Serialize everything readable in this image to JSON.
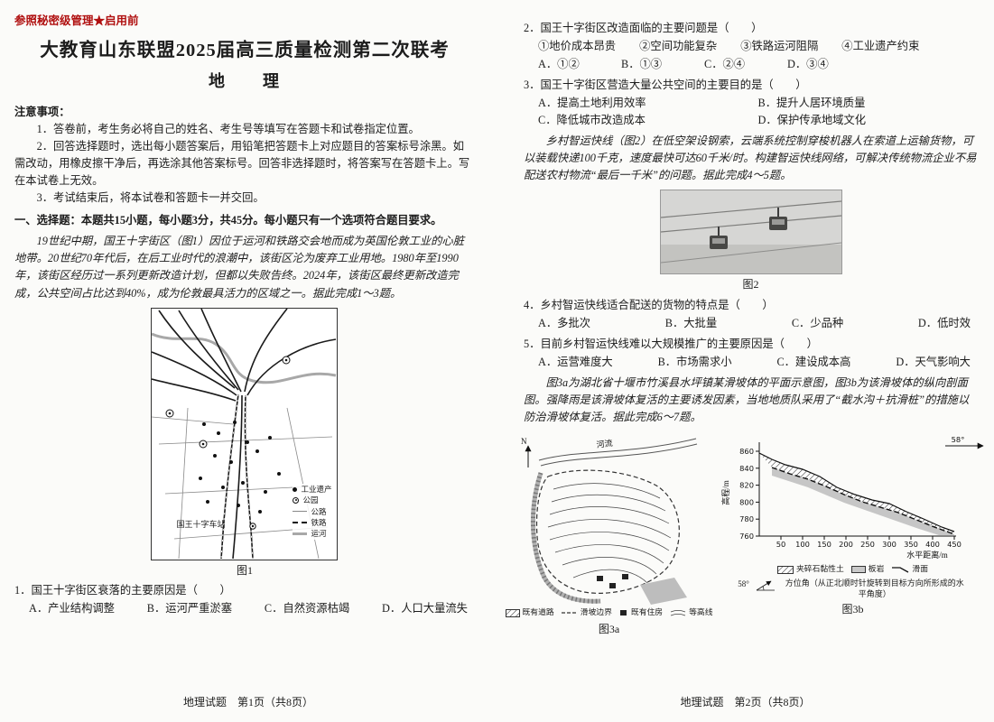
{
  "page1": {
    "security_notice": "参照秘密级管理★启用前",
    "title": "大教育山东联盟2025届高三质量检测第二次联考",
    "subject": "地　　理",
    "notes_title": "注意事项：",
    "note1": "1．答卷前，考生务必将自己的姓名、考生号等填写在答题卡和试卷指定位置。",
    "note2": "2．回答选择题时，选出每小题答案后，用铅笔把答题卡上对应题目的答案标号涂黑。如需改动，用橡皮擦干净后，再选涂其他答案标号。回答非选择题时，将答案写在答题卡上。写在本试卷上无效。",
    "note3": "3．考试结束后，将本试卷和答题卡一并交回。",
    "section1": "一、选择题：本题共15小题，每小题3分，共45分。每小题只有一个选项符合题目要求。",
    "passage1": "19世纪中期，国王十字街区（图1）因位于运河和铁路交会地而成为英国伦敦工业的心脏地带。20世纪70年代后，在后工业时代的浪潮中，该街区沦为废弃工业用地。1980年至1990年，该街区经历过一系列更新改造计划，但都以失败告终。2024年，该街区最终更新改造完成，公共空间占比达到40%，成为伦敦最具活力的区域之一。据此完成1～3题。",
    "figure1": {
      "legend_industrial": "工业遗产",
      "legend_park": "公园",
      "legend_road": "公路",
      "legend_rail": "铁路",
      "legend_canal": "运河",
      "station": "国王十字车站",
      "caption": "图1"
    },
    "q1": {
      "stem": "1．国王十字街区衰落的主要原因是（　　）",
      "optA": "A．产业结构调整",
      "optB": "B．运河严重淤塞",
      "optC": "C．自然资源枯竭",
      "optD": "D．人口大量流失"
    },
    "footer": "地理试题　第1页（共8页）"
  },
  "page2": {
    "q2": {
      "stem": "2．国王十字街区改造面临的主要问题是（　　）",
      "sub1": "①地价成本昂贵",
      "sub2": "②空间功能复杂",
      "sub3": "③铁路运河阻隔",
      "sub4": "④工业遗产约束",
      "optA": "A．①②",
      "optB": "B．①③",
      "optC": "C．②④",
      "optD": "D．③④"
    },
    "q3": {
      "stem": "3．国王十字街区营造大量公共空间的主要目的是（　　）",
      "optA": "A．提高土地利用效率",
      "optB": "B．提升人居环境质量",
      "optC": "C．降低城市改造成本",
      "optD": "D．保护传承地域文化"
    },
    "passage2": "乡村智运快线（图2）在低空架设钢索，云端系统控制穿梭机器人在索道上运输货物，可以装载快递100千克，速度最快可达60千米/时。构建智运快线网络，可解决传统物流企业不易配送农村物流“最后一千米”的问题。据此完成4～5题。",
    "figure2": {
      "caption": "图2"
    },
    "q4": {
      "stem": "4．乡村智运快线适合配送的货物的特点是（　　）",
      "optA": "A．多批次",
      "optB": "B．大批量",
      "optC": "C．少品种",
      "optD": "D．低时效"
    },
    "q5": {
      "stem": "5．目前乡村智运快线难以大规模推广的主要原因是（　　）",
      "optA": "A．运营难度大",
      "optB": "B．市场需求小",
      "optC": "C．建设成本高",
      "optD": "D．天气影响大"
    },
    "passage3": "图3a为湖北省十堰市竹溪县水坪镇某滑坡体的平面示意图，图3b为该滑坡体的纵向剖面图。强降雨是该滑坡体复活的主要诱发因素，当地地质队采用了“截水沟＋抗滑桩”的措施以防治滑坡体复活。据此完成6～7题。",
    "figure3a": {
      "north": "N",
      "river": "河流",
      "legend_road": "既有道路",
      "legend_boundary": "滑坡边界",
      "legend_house": "既有住房",
      "legend_contour": "等高线",
      "caption": "图3a"
    },
    "figure3b": {
      "ylabel": "高程/m",
      "xlabel": "水平距离/m",
      "angle": "58°",
      "yticks": [
        860,
        840,
        820,
        800,
        780,
        760
      ],
      "xticks": [
        50,
        100,
        150,
        200,
        250,
        300,
        350,
        400,
        450
      ],
      "legend_soil": "夹碎石黏性土",
      "legend_rock": "板岩",
      "legend_slip": "滑面",
      "azimuth_angle": "58°",
      "azimuth_note": "方位角（从正北顺时针旋转到目标方向所形成的水平角度）",
      "caption": "图3b"
    },
    "footer": "地理试题　第2页（共8页）"
  }
}
